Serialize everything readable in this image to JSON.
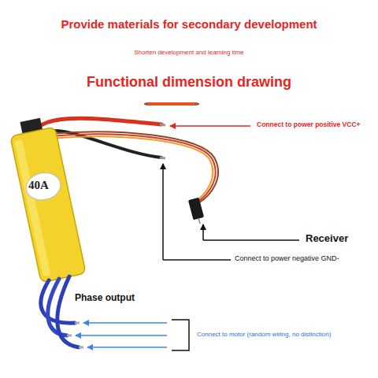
{
  "diagram": {
    "title": "Provide materials for secondary development",
    "labels": [
      "Shorten development and learning time",
      "Functional dimension drawing",
      "Connect to power positive VCC+",
      "40A",
      "Receiver",
      "Connect to power negative GND-",
      "Phase output",
      "Connect to motor (random wiring, no distinction)"
    ]
  }
}
